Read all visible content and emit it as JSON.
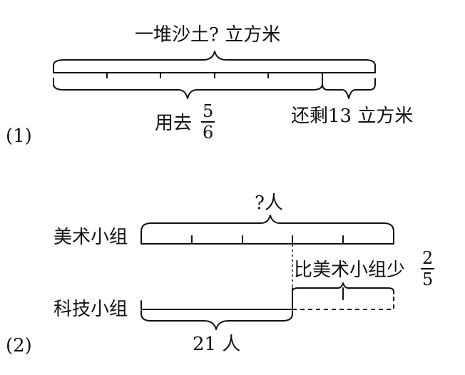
{
  "problem1": {
    "number": "(1)",
    "total_label": "一堆沙土? 立方米",
    "used_prefix": "用去",
    "used_fraction": {
      "numerator": "5",
      "denominator": "6"
    },
    "remaining_label": "还剩13 立方米",
    "segments": 6
  },
  "problem2": {
    "number": "(2)",
    "total_label": "?人",
    "row1_label": "美术小组",
    "row2_label": "科技小组",
    "compare_label": "比美术小组少",
    "compare_fraction": {
      "numerator": "2",
      "denominator": "5"
    },
    "row2_value": "21 人",
    "segments": 5
  }
}
